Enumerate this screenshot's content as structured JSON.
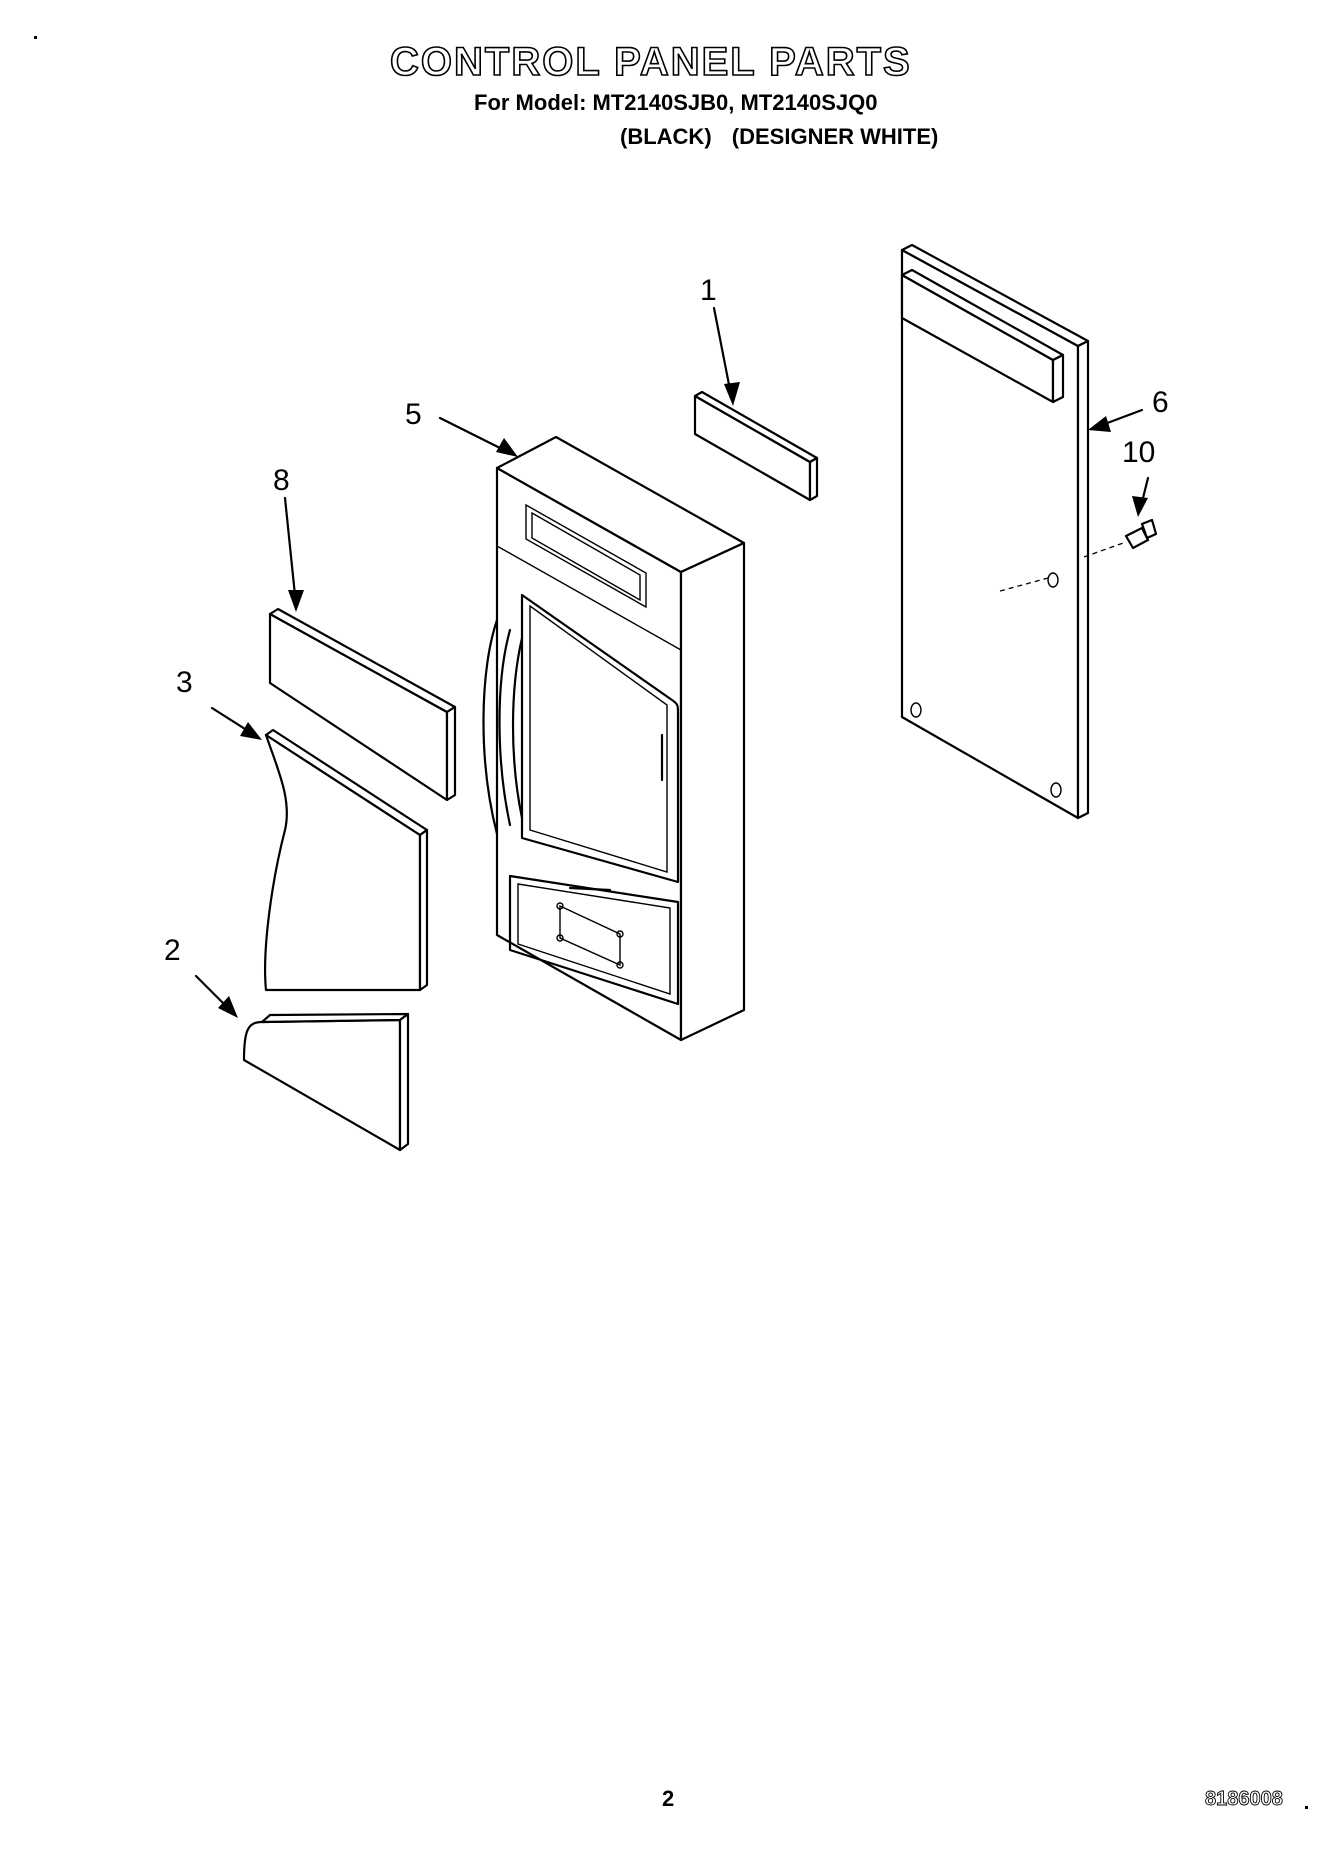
{
  "header": {
    "title": "CONTROL PANEL PARTS",
    "model_line": "For Model: MT2140SJB0, MT2140SJQ0",
    "variants": [
      "(BLACK)",
      "(DESIGNER WHITE)"
    ]
  },
  "callouts": {
    "part_1": "1",
    "part_2": "2",
    "part_3": "3",
    "part_5": "5",
    "part_6": "6",
    "part_8": "8",
    "part_10": "10"
  },
  "footer": {
    "page_number": "2",
    "doc_code": "8186008"
  }
}
